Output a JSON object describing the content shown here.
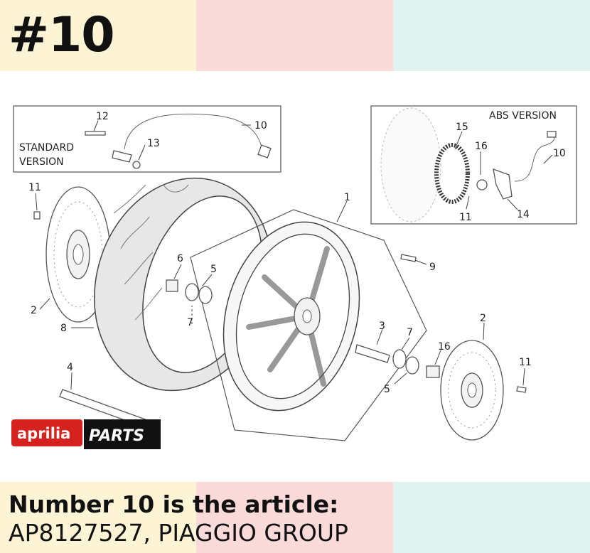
{
  "header": {
    "title": "#10"
  },
  "footer": {
    "line1": "Number 10 is the article:",
    "line2": "AP8127527, PIAGGIO GROUP"
  },
  "diagram": {
    "standard_box_label": "STANDARD\nVERSION",
    "standard_label_line1": "STANDARD",
    "standard_label_line2": "VERSION",
    "abs_box_label": "ABS VERSION",
    "logo_brand": "aprilia",
    "logo_parts": "PARTS",
    "callouts": {
      "c12": "12",
      "c10a": "10",
      "c13": "13",
      "c15": "15",
      "c16a": "16",
      "c10b": "10",
      "c11a": "11",
      "c14": "14",
      "c11b": "11",
      "c1": "1",
      "c6": "6",
      "c5a": "5",
      "c9": "9",
      "c2a": "2",
      "c8": "8",
      "c7a": "7",
      "c3": "3",
      "c7b": "7",
      "c16b": "16",
      "c2b": "2",
      "c11c": "11",
      "c5b": "5",
      "c4": "4"
    }
  },
  "colors": {
    "band_yellow": "#fdf4d5",
    "band_pink": "#fbdada",
    "band_mint": "#e0f3ee",
    "logo_red": "#d5221e"
  }
}
